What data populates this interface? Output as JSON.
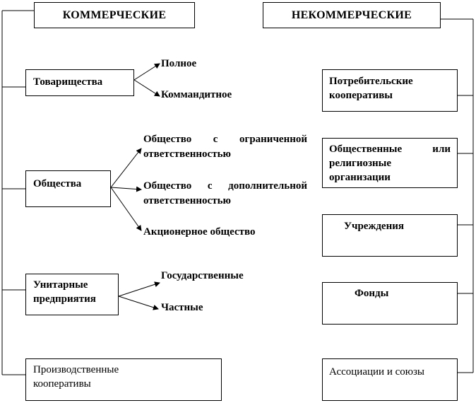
{
  "headers": {
    "commercial": "КОММЕРЧЕСКИЕ",
    "noncommercial": "НЕКОММЕРЧЕСКИЕ"
  },
  "commercial": {
    "partnerships": {
      "label": "Товарищества",
      "types": [
        "Полное",
        "Коммандитное"
      ]
    },
    "companies": {
      "label": "Общества",
      "types": [
        "Общество с ограниченной ответственностью",
        "Общество с дополнительной ответственностью",
        "Акционерное общество"
      ]
    },
    "unitary": {
      "label": "Унитарные предприятия",
      "types": [
        "Государственные",
        "Частные"
      ]
    },
    "production_coops": {
      "label": "Производственные кооперативы"
    }
  },
  "noncommercial": {
    "items": [
      "Потребительские кооперативы",
      "Общественные или религиозные организации",
      "Учреждения",
      "Фонды",
      "Ассоциации и союзы"
    ]
  }
}
